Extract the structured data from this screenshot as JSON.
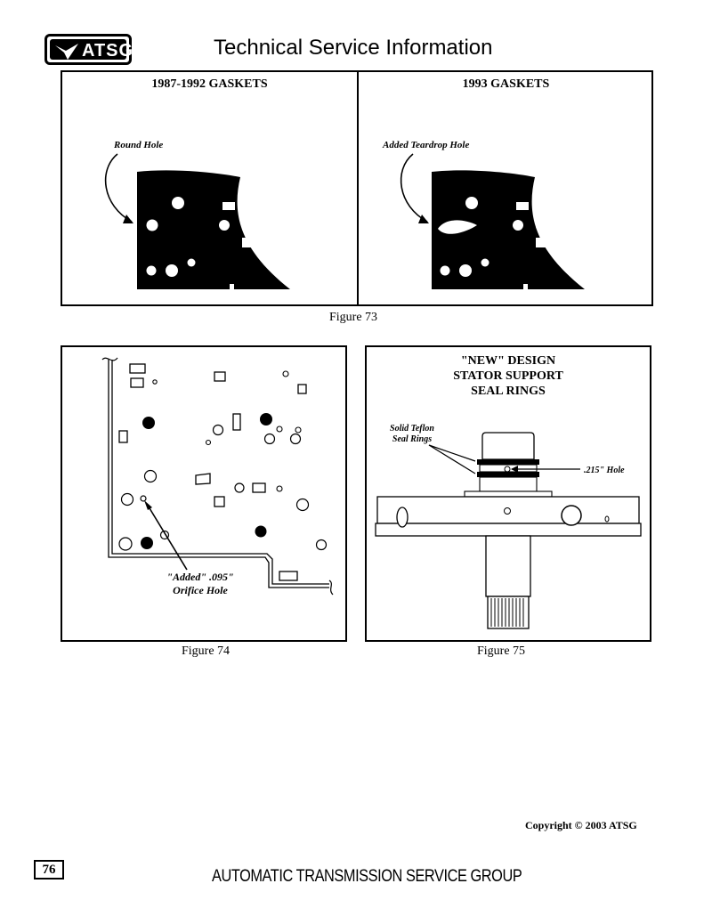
{
  "header": {
    "brand": "ATSG",
    "title": "Technical Service Information"
  },
  "figure73": {
    "left_title": "1987-1992 GASKETS",
    "right_title": "1993 GASKETS",
    "left_label": "Round Hole",
    "right_label": "Added Teardrop Hole",
    "caption": "Figure 73"
  },
  "figure74": {
    "label_line1": "\"Added\" .095\"",
    "label_line2": "Orifice Hole",
    "caption": "Figure 74"
  },
  "figure75": {
    "title_line1": "\"NEW\" DESIGN",
    "title_line2": "STATOR SUPPORT",
    "title_line3": "SEAL RINGS",
    "label_seal_line1": "Solid Teflon",
    "label_seal_line2": "Seal Rings",
    "label_hole": ".215\" Hole",
    "caption": "Figure 75"
  },
  "copyright": "Copyright © 2003 ATSG",
  "page_number": "76",
  "footer": "AUTOMATIC TRANSMISSION SERVICE GROUP"
}
